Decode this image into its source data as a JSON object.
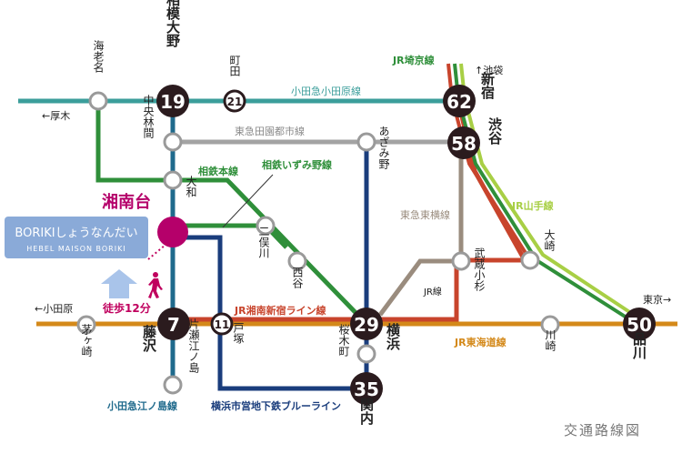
{
  "colors": {
    "odakyu": "#3b9e9b",
    "odakyu_enoshima": "#1f6a8c",
    "tokyu_denentoshi": "#a3a3a3",
    "sotetsu": "#2f8f3a",
    "blue_line": "#1a3d7c",
    "tokaido": "#d4891a",
    "shonan_shinjuku": "#c8442c",
    "yamanote": "#a8cf45",
    "saikyo": "#2f8f3a",
    "toyoko": "#9a8c7e",
    "highlight": "#b5006a",
    "pin": "#c0005e",
    "label_box": "#8aaad8",
    "walk_arrow": "#a9c4ea",
    "dark_station": "#2b1b1e",
    "text": "#222222",
    "footer": "#777777"
  },
  "lines": {
    "odakyu": "小田急小田原線",
    "enoshima": "小田急江ノ島線",
    "denentoshi": "東急田園都市線",
    "sotetsu_main": "相鉄本線",
    "sotetsu_izumino": "相鉄いずみ野線",
    "blue_line": "横浜市営地下鉄ブルーライン",
    "tokaido": "JR東海道線",
    "shonan_shinjuku": "JR湘南新宿ライン線",
    "yamanote": "JR山手線",
    "saikyo": "JR埼京線",
    "toyoko": "東急東横線",
    "jr_short": "JR線"
  },
  "stations": {
    "sagamiono": {
      "name": "相模大野",
      "minutes": "19"
    },
    "machida": {
      "name": "町田",
      "minutes": "21"
    },
    "shinjuku": {
      "name": "新宿",
      "minutes": "62"
    },
    "shibuya": {
      "name": "渋谷",
      "minutes": "58"
    },
    "fujisawa": {
      "name": "藤沢",
      "minutes": "7"
    },
    "totsuka": {
      "name": "戸塚",
      "minutes": "11"
    },
    "yokohama": {
      "name": "横浜",
      "minutes": "29"
    },
    "kannai": {
      "name": "関内",
      "minutes": "35"
    },
    "shinagawa": {
      "name": "品川",
      "minutes": "50"
    },
    "ebina": "海老名",
    "chuorinkan": "中央林間",
    "yamato": "大和",
    "azamino": "あざみ野",
    "futamatagawa": "二俣川",
    "nishiya": "西谷",
    "musashikosugi": "武蔵小杉",
    "osaki": "大崎",
    "chigasaki": "茅ヶ崎",
    "katase": "片瀬江ノ島",
    "sakuragicho": "桜木町",
    "kawasaki": "川崎",
    "shonandai": "湘南台"
  },
  "directions": {
    "atsugi": "←厚木",
    "ikebukuro": "↑池袋",
    "tokyo": "東京→",
    "odawara": "←小田原"
  },
  "property": {
    "name": "BORIKIしょうなんだい",
    "sub": "HEBEL MAISON BORIKI",
    "walk": "徒歩12分"
  },
  "footer_title": "交通路線図"
}
